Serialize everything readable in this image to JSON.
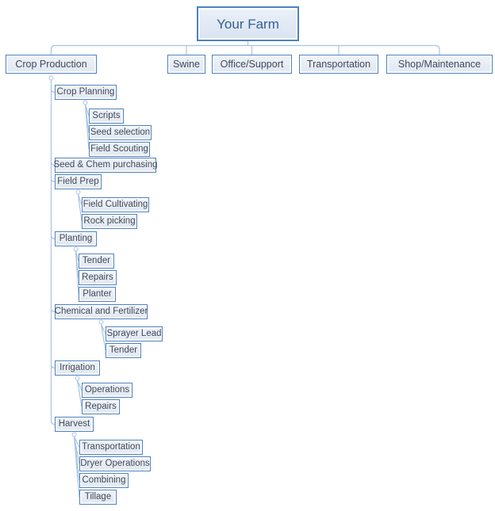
{
  "diagram_title": "Your Farm",
  "colors": {
    "node_border": "#4F81BD",
    "node_fill_light": "#F1F4F9",
    "node_fill_dark": "#E2E8F1",
    "node_inner_stroke": "#FFFFFF",
    "node_text": "#404A5A",
    "root_text": "#365F91",
    "connector": "#A9C4E4",
    "background": "#FFFFFF"
  },
  "nodes": {
    "your_farm": {
      "label": "Your Farm"
    },
    "crop_production": {
      "label": "Crop Production"
    },
    "swine": {
      "label": "Swine"
    },
    "office_support": {
      "label": "Office/Support"
    },
    "transportation": {
      "label": "Transportation"
    },
    "shop_maintenance": {
      "label": "Shop/Maintenance"
    },
    "crop_planning": {
      "label": "Crop Planning"
    },
    "scripts": {
      "label": "Scripts"
    },
    "seed_selection": {
      "label": "Seed selection"
    },
    "field_scouting": {
      "label": "Field Scouting"
    },
    "seed_chem_purchasing": {
      "label": "Seed & Chem purchasing"
    },
    "field_prep": {
      "label": "Field Prep"
    },
    "field_cultivating": {
      "label": "Field Cultivating"
    },
    "rock_picking": {
      "label": "Rock picking"
    },
    "planting": {
      "label": "Planting"
    },
    "planting_tender": {
      "label": "Tender"
    },
    "planting_repairs": {
      "label": "Repairs"
    },
    "planter": {
      "label": "Planter"
    },
    "chemical_fertilizer": {
      "label": "Chemical and Fertilizer"
    },
    "sprayer_lead": {
      "label": "Sprayer Lead"
    },
    "chem_tender": {
      "label": "Tender"
    },
    "irrigation": {
      "label": "Irrigation"
    },
    "irrigation_operations": {
      "label": "Operations"
    },
    "irrigation_repairs": {
      "label": "Repairs"
    },
    "harvest": {
      "label": "Harvest"
    },
    "harvest_transportation": {
      "label": "Transportation"
    },
    "dryer_operations": {
      "label": "Dryer Operations"
    },
    "combining": {
      "label": "Combining"
    },
    "tillage": {
      "label": "Tillage"
    }
  },
  "hierarchy": {
    "label": "Your Farm",
    "children": [
      {
        "label": "Crop Production",
        "children": [
          {
            "label": "Crop Planning",
            "children": [
              {
                "label": "Scripts"
              },
              {
                "label": "Seed selection"
              },
              {
                "label": "Field Scouting"
              }
            ]
          },
          {
            "label": "Seed & Chem purchasing"
          },
          {
            "label": "Field Prep",
            "children": [
              {
                "label": "Field Cultivating"
              },
              {
                "label": "Rock picking"
              }
            ]
          },
          {
            "label": "Planting",
            "children": [
              {
                "label": "Tender"
              },
              {
                "label": "Repairs"
              },
              {
                "label": "Planter"
              }
            ]
          },
          {
            "label": "Chemical and Fertilizer",
            "children": [
              {
                "label": "Sprayer Lead"
              },
              {
                "label": "Tender"
              }
            ]
          },
          {
            "label": "Irrigation",
            "children": [
              {
                "label": "Operations"
              },
              {
                "label": "Repairs"
              }
            ]
          },
          {
            "label": "Harvest",
            "children": [
              {
                "label": "Transportation"
              },
              {
                "label": "Dryer Operations"
              },
              {
                "label": "Combining"
              },
              {
                "label": "Tillage"
              }
            ]
          }
        ]
      },
      {
        "label": "Swine"
      },
      {
        "label": "Office/Support"
      },
      {
        "label": "Transportation"
      },
      {
        "label": "Shop/Maintenance"
      }
    ]
  }
}
